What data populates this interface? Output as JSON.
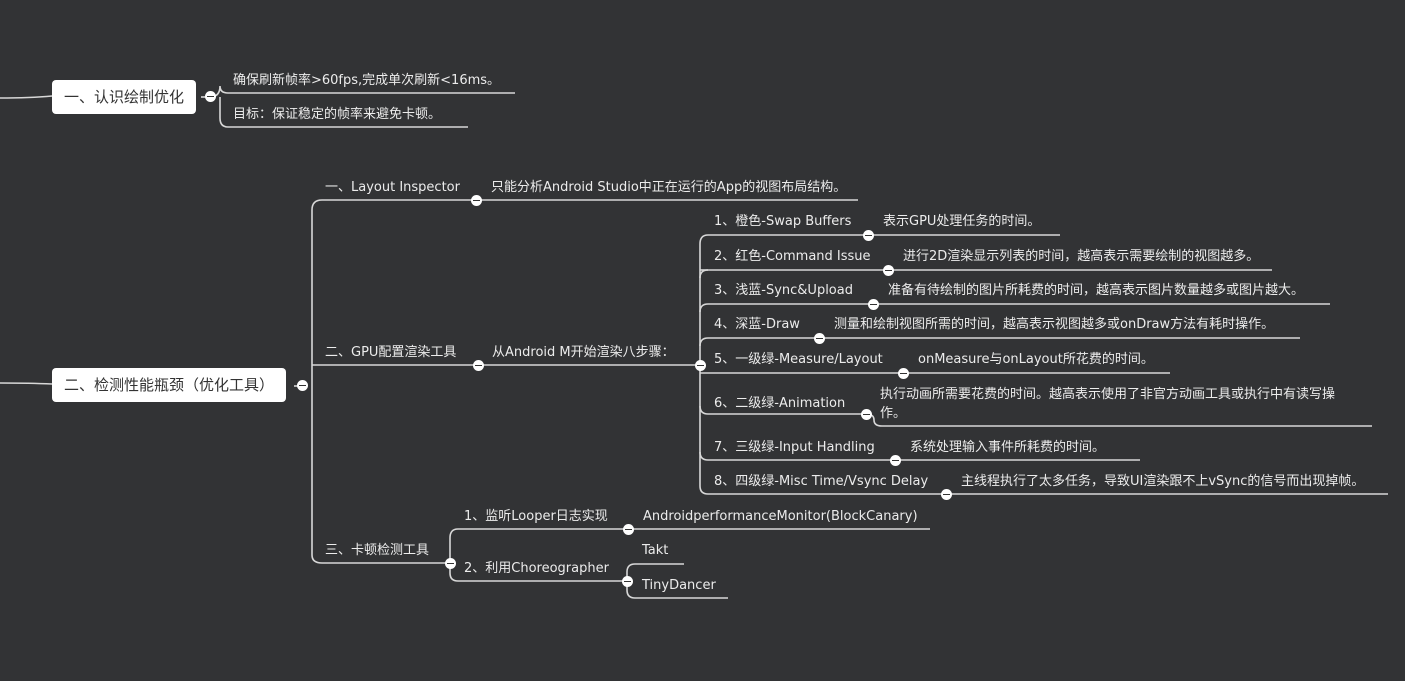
{
  "nodes": {
    "sec1": {
      "title": "一、认识绘制优化",
      "items": [
        "确保刷新帧率>60fps,完成单次刷新<16ms。",
        "目标：保证稳定的帧率来避免卡顿。"
      ]
    },
    "sec2": {
      "title": "二、检测性能瓶颈（优化工具）",
      "layout_inspector": {
        "label": "一、Layout Inspector",
        "desc": "只能分析Android Studio中正在运行的App的视图布局结构。"
      },
      "gpu": {
        "label": "二、GPU配置渲染工具",
        "steps_label": "从Android M开始渲染八步骤：",
        "steps": [
          {
            "label": "1、橙色-Swap Buffers",
            "desc": "表示GPU处理任务的时间。"
          },
          {
            "label": "2、红色-Command Issue",
            "desc": "进行2D渲染显示列表的时间，越高表示需要绘制的视图越多。"
          },
          {
            "label": "3、浅蓝-Sync&Upload",
            "desc": "准备有待绘制的图片所耗费的时间，越高表示图片数量越多或图片越大。"
          },
          {
            "label": "4、深蓝-Draw",
            "desc": "测量和绘制视图所需的时间，越高表示视图越多或onDraw方法有耗时操作。"
          },
          {
            "label": "5、一级绿-Measure/Layout",
            "desc": "onMeasure与onLayout所花费的时间。"
          },
          {
            "label": "6、二级绿-Animation",
            "desc1": "执行动画所需要花费的时间。越高表示使用了非官方动画工具或执行中有读写操",
            "desc2": "作。"
          },
          {
            "label": "7、三级绿-Input Handling",
            "desc": "系统处理输入事件所耗费的时间。"
          },
          {
            "label": "8、四级绿-Misc Time/Vsync Delay",
            "desc": "主线程执行了太多任务，导致UI渲染跟不上vSync的信号而出现掉帧。"
          }
        ]
      },
      "jank": {
        "label": "三、卡顿检测工具",
        "looper": {
          "label": "1、监听Looper日志实现",
          "child": "AndroidperformanceMonitor(BlockCanary)"
        },
        "choreographer": {
          "label": "2、利用Choreographer",
          "children": [
            "Takt",
            "TinyDancer"
          ]
        }
      }
    }
  },
  "colors": {
    "background": "#323335",
    "line": "#d8d8d8",
    "node_box": "#ffffff",
    "text": "#ececec"
  }
}
